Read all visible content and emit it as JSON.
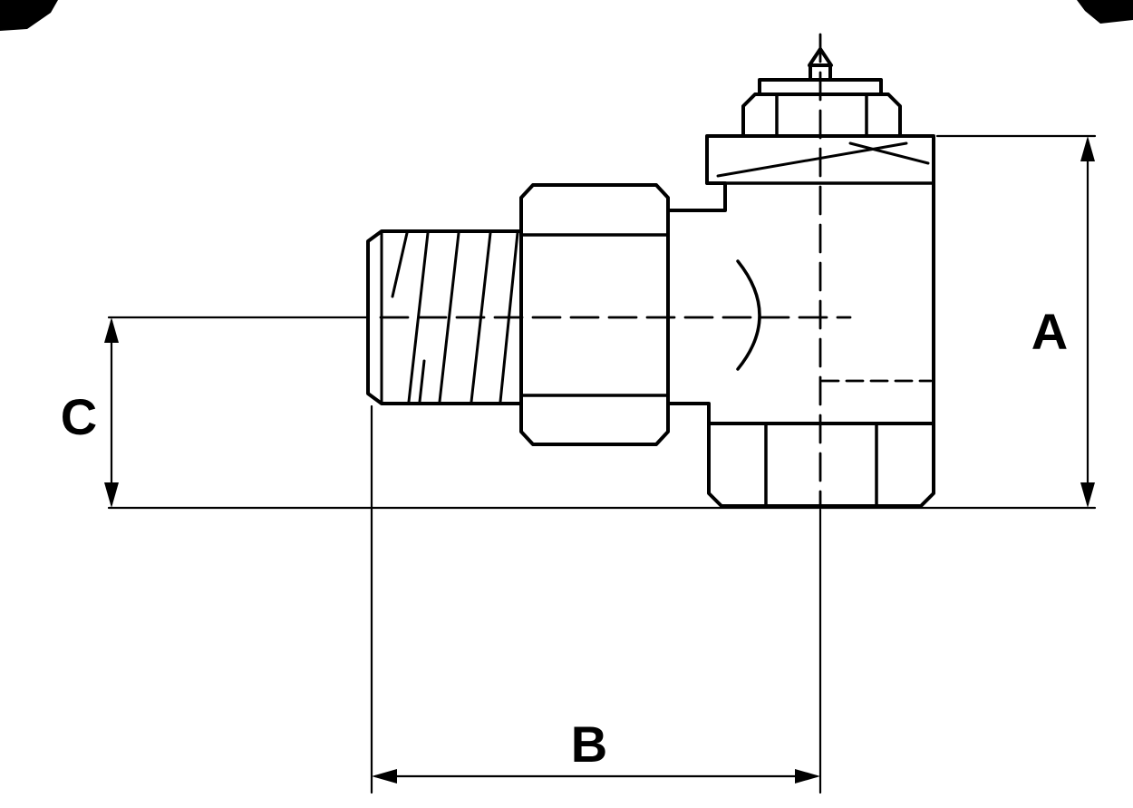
{
  "canvas": {
    "background": "#ffffff",
    "line_color": "#000000"
  },
  "drawing": {
    "labels": {
      "a": "A",
      "b": "B",
      "c": "C"
    }
  }
}
